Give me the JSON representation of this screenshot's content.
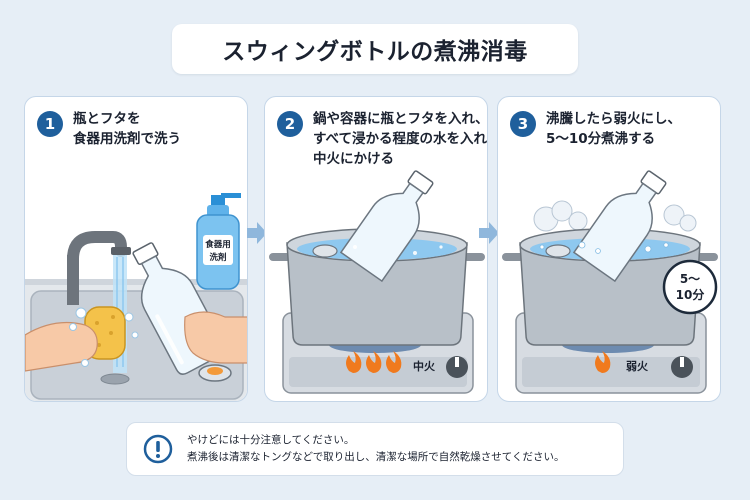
{
  "title": "スウィングボトルの煮沸消毒",
  "steps": [
    {
      "number": "1",
      "lines": [
        "瓶とフタを",
        "食器用洗剤で洗う"
      ],
      "detergent_label": [
        "食器用",
        "洗剤"
      ]
    },
    {
      "number": "2",
      "lines": [
        "鍋や容器に瓶とフタを入れ、",
        "すべて浸かる程度の水を入れ、",
        "中火にかける"
      ],
      "stove_label": "中火"
    },
    {
      "number": "3",
      "lines": [
        "沸騰したら弱火にし、",
        "5〜10分煮沸する"
      ],
      "stove_label": "弱火",
      "timer_lines": [
        "5〜",
        "10分"
      ]
    }
  ],
  "note": {
    "icon": "exclamation-icon",
    "lines": [
      "やけどには十分注意してください。",
      "煮沸後は清潔なトングなどで取り出し、清潔な場所で自然乾燥させてください。"
    ]
  },
  "colors": {
    "background": "#e6eef6",
    "badge": "#1f5f9c",
    "arrow": "#8fb7dc",
    "flame": "#f07a1e",
    "water": "#8ec8ef"
  }
}
